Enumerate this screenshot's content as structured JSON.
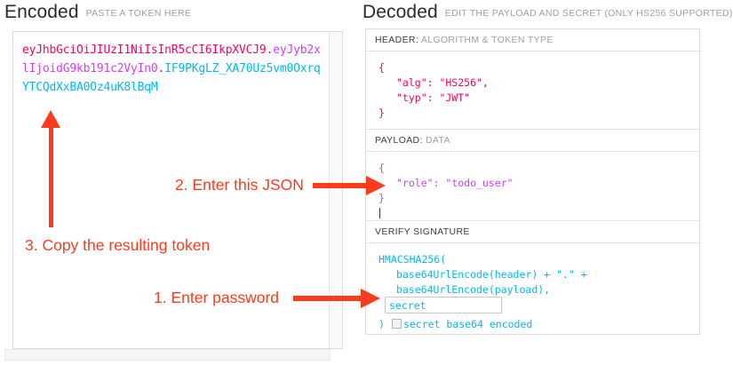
{
  "encoded": {
    "title": "Encoded",
    "subtitle": "PASTE A TOKEN HERE",
    "token": {
      "header_part": "eyJhbGciOiJIUzI1NiIsInR5cCI6IkpXVCJ9",
      "dot1": ".",
      "payload_part": "eyJyb2xlIjoidG9kb191c2VyIn0",
      "dot2": ".",
      "signature_part": "IF9PKgLZ_XA70Uz5vm0OxrqYTCQdXxBA0Oz4uK8lBqM",
      "full": "eyJhbGciOiJIUzI1NiIsInR5cCI6IkpXVCJ9.eyJyb2xlIjoidG9kb191c2VyIn0.IF9PKgLZ_XA70Uz5vm0OxrqYTCQdXxBA0Oz4uK8lBqM"
    }
  },
  "decoded": {
    "title": "Decoded",
    "subtitle": "EDIT THE PAYLOAD AND SECRET (ONLY HS256 SUPPORTED)",
    "header_section": {
      "label_strong": "HEADER:",
      "label_muted": "ALGORITHM & TOKEN TYPE",
      "line1": "{",
      "line2": "\"alg\": \"HS256\",",
      "line3": "\"typ\": \"JWT\"",
      "line4": "}"
    },
    "payload_section": {
      "label_strong": "PAYLOAD:",
      "label_muted": "DATA",
      "line1": "{",
      "line2": "\"role\": \"todo_user\"",
      "line3": "}"
    },
    "signature_section": {
      "label_strong": "VERIFY SIGNATURE",
      "label_muted": "",
      "line1": "HMACSHA256(",
      "line2": "base64UrlEncode(header) + \".\" +",
      "line3": "base64UrlEncode(payload),",
      "closing_paren": ")",
      "secret_value": "secret",
      "secret_placeholder": "secret",
      "base64_label": "secret base64 encoded",
      "base64_checked": false
    }
  },
  "annotations": [
    {
      "id": 1,
      "text": "1. Enter password"
    },
    {
      "id": 2,
      "text": "2. Enter this JSON"
    },
    {
      "id": 3,
      "text": "3. Copy the resulting token"
    }
  ],
  "colors": {
    "header_pink": "#fb015b",
    "payload_purple": "#d63aff",
    "signature_blue": "#00b9f1",
    "annotation_red": "#fb3b1e",
    "panel_border": "#dcdcdc"
  }
}
